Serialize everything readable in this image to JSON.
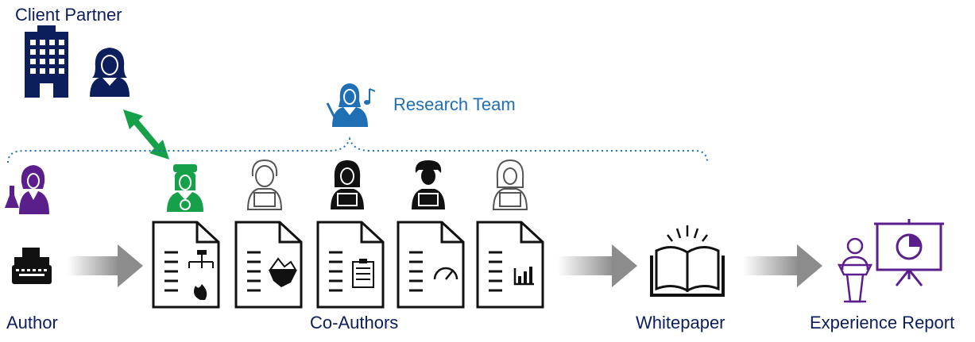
{
  "labels": {
    "client_partner": "Client Partner",
    "research_team": "Research Team",
    "author": "Author",
    "co_authors": "Co-Authors",
    "whitepaper": "Whitepaper",
    "experience_report": "Experience Report"
  },
  "icons": {
    "building": "building-icon",
    "client_person": "businesswoman-icon",
    "conductor": "conductor-icon",
    "scientist": "scientist-icon",
    "captain": "captain-icon",
    "developers": [
      "developer-icon",
      "developer-icon",
      "developer-icon",
      "developer-icon"
    ],
    "typewriter": "typewriter-icon",
    "documents": [
      "document-hierarchy-fire-icon",
      "document-iceberg-icon",
      "document-checklist-icon",
      "document-gauge-icon",
      "document-barchart-icon"
    ],
    "book": "open-book-icon",
    "presenter": "presenter-icon"
  },
  "colors": {
    "navy": "#0c1e5b",
    "blue": "#1f6fb5",
    "green": "#16a04a",
    "purple": "#5b1f8c",
    "gray": "#9a9a9a"
  }
}
